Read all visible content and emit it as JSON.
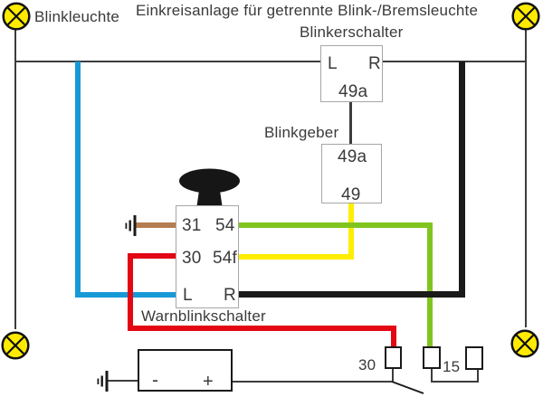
{
  "title": "Einkreisanlage für getrennte Blink-/Bremsleuchte",
  "lamp_label": "Blinkleuchte",
  "components": {
    "blinkerschalter": {
      "name": "Blinkerschalter",
      "terminal_l": "L",
      "terminal_r": "R",
      "terminal_49a": "49a"
    },
    "blinkgeber": {
      "name": "Blinkgeber",
      "terminal_49a": "49a",
      "terminal_49": "49"
    },
    "warnblinkschalter": {
      "name": "Warnblinkschalter",
      "terminal_31": "31",
      "terminal_54": "54",
      "terminal_30": "30",
      "terminal_54f": "54f",
      "terminal_l": "L",
      "terminal_r": "R"
    },
    "battery": {
      "minus": "-",
      "plus": "+"
    },
    "ignition_connectors": {
      "terminal_30": "30",
      "terminal_15": "15"
    }
  },
  "wire_colors": {
    "left_turn_blue": "#1799d6",
    "right_turn_black": "#1a1a1a",
    "flasher_yellow": "#ffed00",
    "feed_green": "#80c41f",
    "battery_red": "#e30613",
    "ground_brown": "#b57d50",
    "line_thin_dark": "#3c3c3c",
    "lamp_fill": "#ffeb00",
    "component_border": "#a6a6a6"
  }
}
